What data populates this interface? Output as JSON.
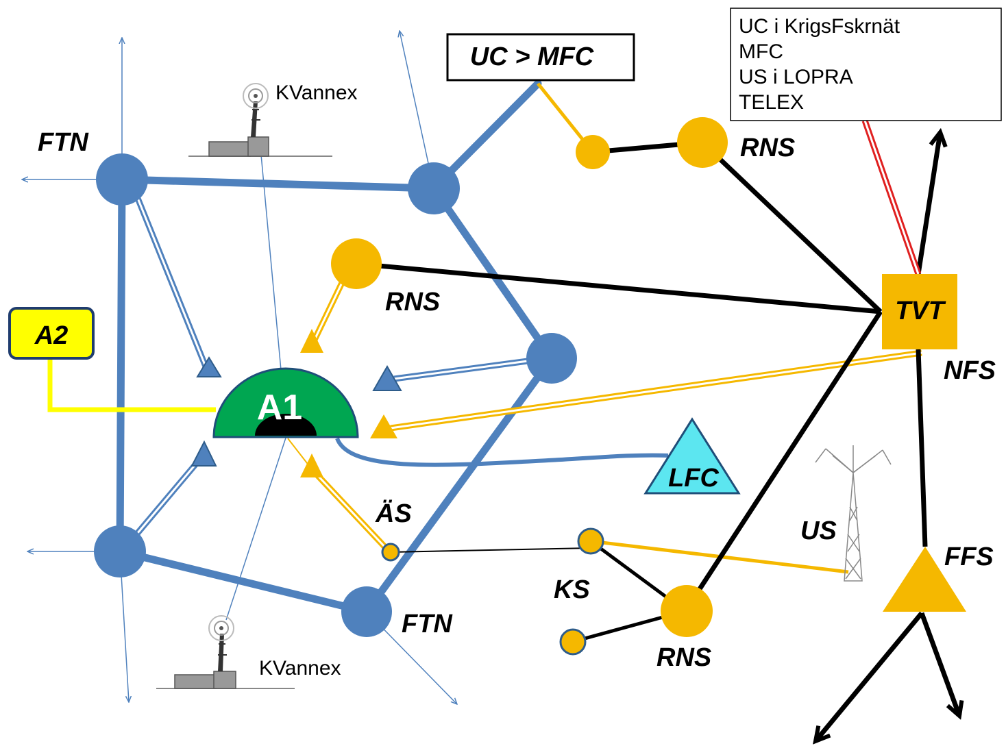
{
  "legend": {
    "lines": [
      "UC i KrigsFskrnät",
      "MFC",
      "US i LOPRA",
      "TELEX"
    ]
  },
  "labels": {
    "uc_mfc": "UC > MFC",
    "ftn_top": "FTN",
    "ftn_bottom": "FTN",
    "kvannex_top": "KVannex",
    "kvannex_bottom": "KVannex",
    "rns_top": "RNS",
    "rns_mid": "RNS",
    "rns_bottom": "RNS",
    "tvt": "TVT",
    "nfs": "NFS",
    "a1": "A1",
    "a2": "A2",
    "lfc": "LFC",
    "as": "ÄS",
    "us": "US",
    "ks": "KS",
    "ffs": "FFS"
  },
  "colors": {
    "blue": "#4f81bd",
    "orange": "#f5b800",
    "black": "#000000",
    "green": "#00a651",
    "yellow": "#ffff00",
    "cyan": "#5ce6f0",
    "red": "#e02020"
  }
}
